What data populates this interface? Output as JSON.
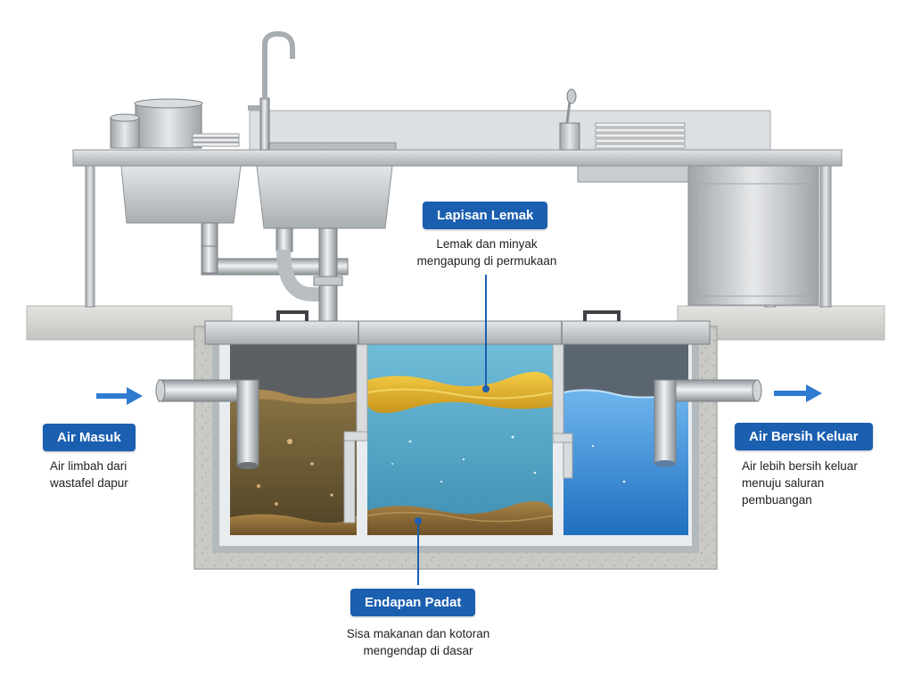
{
  "labels": {
    "inlet": {
      "title": "Air Masuk",
      "lines": [
        "Air limbah dari",
        "wastafel dapur"
      ]
    },
    "grease": {
      "title": "Lapisan Lemak",
      "lines": [
        "Lemak dan minyak",
        "mengapung di permukaan"
      ]
    },
    "outlet": {
      "title": "Air Bersih Keluar",
      "lines": [
        "Air lebih bersih keluar",
        "menuju saluran",
        "pembuangan"
      ]
    },
    "sediment": {
      "title": "Endapan Padat",
      "lines": [
        "Sisa makanan dan kotoran",
        "mengendap di dasar"
      ]
    }
  },
  "colors": {
    "badge": "#1b5fb0",
    "arrow": "#2f7bd0",
    "grease": "#e3b22a",
    "water_middle": "#4aa3c8",
    "water_clean": "#2f87d3",
    "dirty_water": "#6e5a33",
    "sediment": "#8f6b36",
    "concrete": "#c9c9c5",
    "steel": "#bfc4c8"
  },
  "icons": [
    "inflow-arrow-icon",
    "outflow-arrow-icon",
    "faucet-icon",
    "pot-icon",
    "plate-stack-icon",
    "lid-handle-icon"
  ]
}
